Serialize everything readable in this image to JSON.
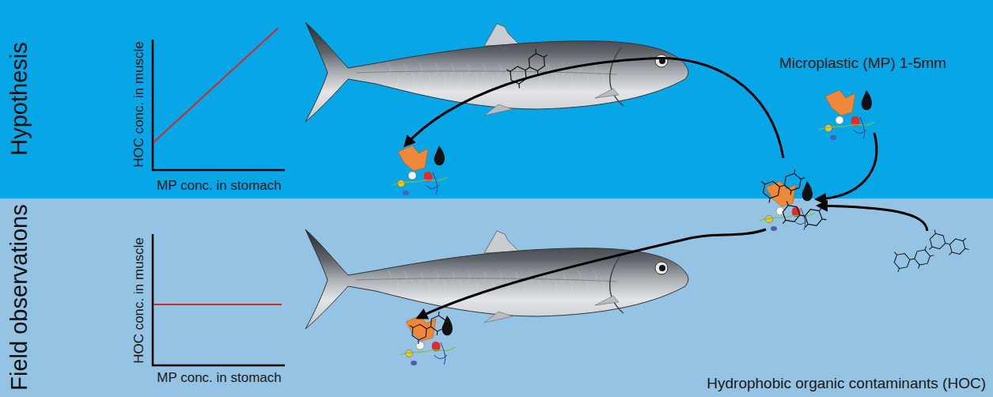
{
  "diagram": {
    "nodes": [
      {
        "text": [
          "Hypothesis"
        ]
      },
      {
        "text": [
          "Field observations"
        ]
      }
    ],
    "labels": [
      "HOC conc. in muscle",
      "MP conc. in stomach",
      "HOC conc. in muscle",
      "MP conc. in stomach",
      "Microplastic (MP) 1-5mm",
      "Hydrophobic organic contaminants (HOC)"
    ]
  }
}
